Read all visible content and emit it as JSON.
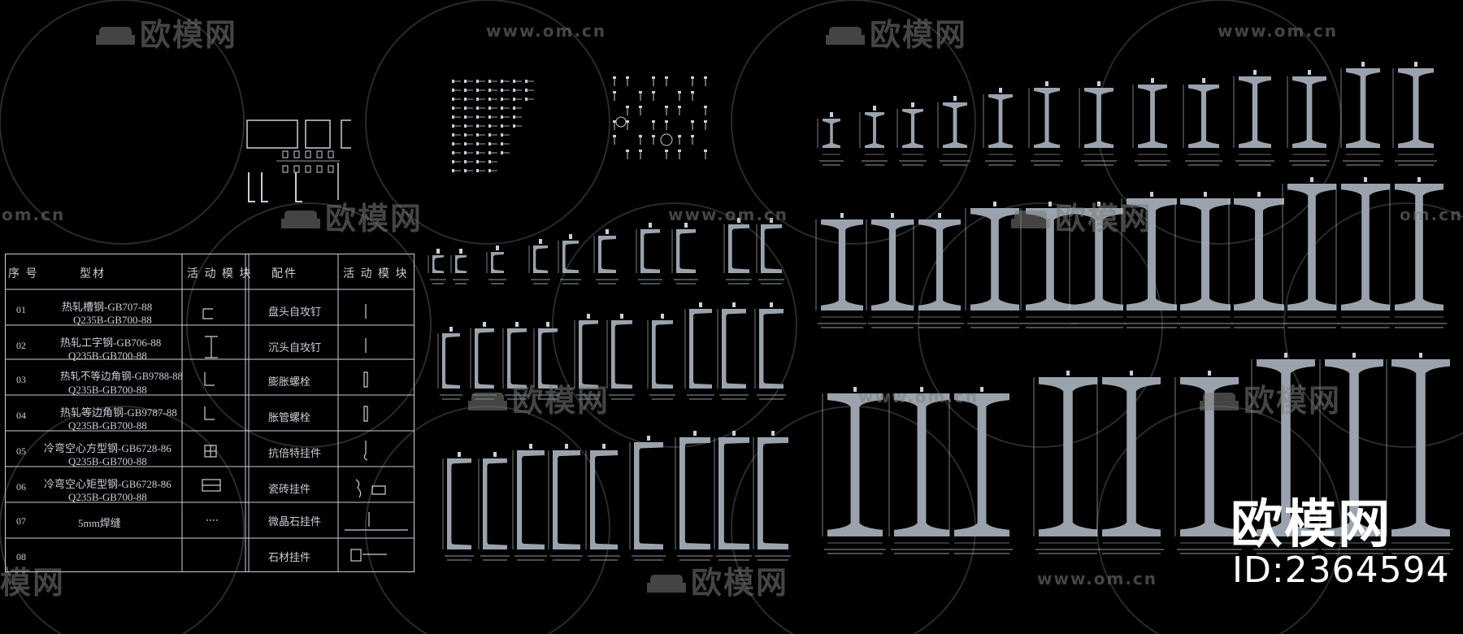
{
  "watermark": {
    "url_text": "www.om.cn",
    "url_fragment": "om.cn",
    "brand_text": "欧模网",
    "brand_fragment": "模网"
  },
  "badge": {
    "brand": "欧模网",
    "id_label": "ID:2364594"
  },
  "table": {
    "headers": [
      "序 号",
      "型材",
      "活 动 模 块",
      "配件",
      "活 动 模 块"
    ],
    "rows": [
      {
        "no": "01",
        "profile": "热轧槽钢-GB707-88",
        "grade": "Q235B-GB700-88",
        "part": "盘头自攻钉"
      },
      {
        "no": "02",
        "profile": "热轧工字钢-GB706-88",
        "grade": "Q235B-GB700-88",
        "part": "沉头自攻钉"
      },
      {
        "no": "03",
        "profile": "热轧不等边角钢-GB9788-88",
        "grade": "Q235B-GB700-88",
        "part": "膨胀螺栓"
      },
      {
        "no": "04",
        "profile": "热轧等边角钢-GB9787-88",
        "grade": "Q235B-GB700-88",
        "part": "胀管螺栓"
      },
      {
        "no": "05",
        "profile": "冷弯空心方型钢-GB6728-86",
        "grade": "Q235B-GB700-88",
        "part": "抗倍特挂件"
      },
      {
        "no": "06",
        "profile": "冷弯空心矩型钢-GB6728-86",
        "grade": "Q235B-GB700-88",
        "part": "瓷砖挂件"
      },
      {
        "no": "07",
        "profile": "5mm焊缝",
        "grade": "",
        "part": "微晶石挂件"
      },
      {
        "no": "08",
        "profile": "",
        "grade": "",
        "part": "石材挂件"
      }
    ]
  },
  "colors": {
    "background": "#000000",
    "line": "#c9ced6",
    "profile_fill": "#9aa3ad",
    "watermark": "#7d7d7d",
    "badge": "#ffffff"
  }
}
